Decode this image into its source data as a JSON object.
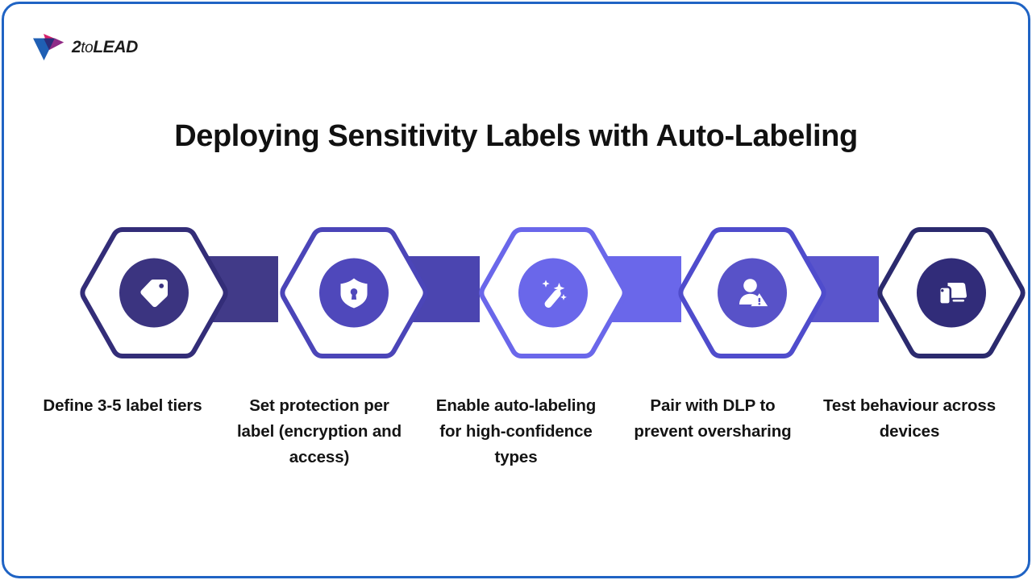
{
  "brand": {
    "logo_icon": "play-triangle-logo-icon",
    "name_part1": "2",
    "name_part2": "to",
    "name_part3": "LEAD",
    "colors": {
      "logo_blue": "#1f5fb4",
      "logo_navy": "#2b2d7a",
      "logo_magenta": "#d6216b",
      "frame_blue": "#1f63c4"
    }
  },
  "title": "Deploying Sensitivity Labels with Auto-Labeling",
  "flow": {
    "steps": [
      {
        "index": "1",
        "icon": "tag-icon",
        "caption": "Define 3-5 label tiers",
        "hex_stroke": "#332d78",
        "circle_fill": "#3b3480",
        "connector_fill": "#413a88"
      },
      {
        "index": "2",
        "icon": "shield-lock-icon",
        "caption": "Set protection per label (encryption and access)",
        "hex_stroke": "#4b45b8",
        "circle_fill": "#4f48bb",
        "connector_fill": "#4b45b0"
      },
      {
        "index": "3",
        "icon": "magic-wand-icon",
        "caption": "Enable auto-labeling for high-confidence types",
        "hex_stroke": "#6a67ea",
        "circle_fill": "#6a67ea",
        "connector_fill": "#6a67ea"
      },
      {
        "index": "4",
        "icon": "user-warning-icon",
        "caption": "Pair with DLP to prevent oversharing",
        "hex_stroke": "#4f4ccc",
        "circle_fill": "#5852c8",
        "connector_fill": "#5a55cc"
      },
      {
        "index": "5",
        "icon": "devices-icon",
        "caption": "Test behaviour across devices",
        "hex_stroke": "#2b2a6e",
        "circle_fill": "#312c79",
        "connector_fill": "#312c79"
      }
    ]
  }
}
